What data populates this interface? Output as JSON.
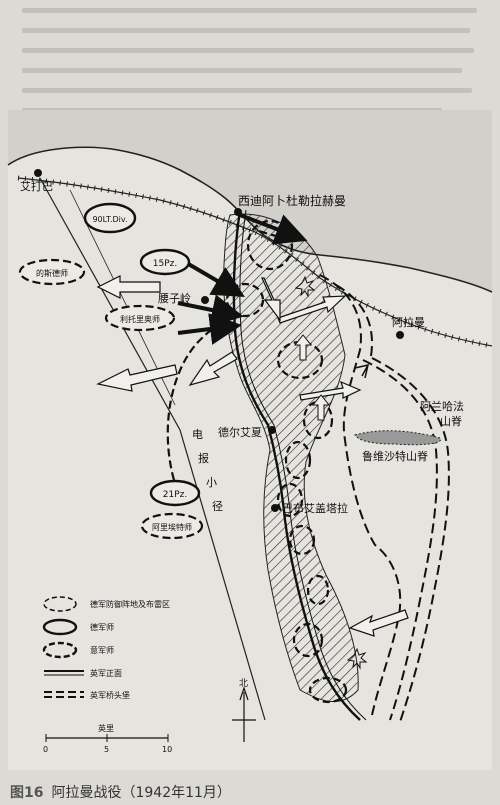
{
  "map": {
    "places": {
      "el_daba": "艾打巴",
      "sidi_abd": "西迪阿卜杜勒拉赫曼",
      "kidney_ridge": "腰子岭",
      "el_alamein": "阿拉曼",
      "deir_el_shein": "德尔艾夏",
      "ruweisat": "鲁维沙特山脊",
      "alam_halfa_1": "阿兰哈法",
      "alam_halfa_2": "山脊",
      "bab_el_qattara": "巴布艾盖塔拉",
      "telegraph_track": [
        "电",
        "报",
        "小",
        "径"
      ]
    },
    "units": {
      "lt90": "90LT.Div.",
      "pz15": "15Pz.",
      "pz21": "21Pz.",
      "trento": "的斯德师",
      "littorio": "利托里奥师",
      "ariete": "阿里埃特师"
    },
    "legend": [
      {
        "id": "axis_def",
        "label": "德军防御阵地及布雷区"
      },
      {
        "id": "german",
        "label": "德军师"
      },
      {
        "id": "italian",
        "label": "意军师"
      },
      {
        "id": "front",
        "label": "英军正面"
      },
      {
        "id": "bridgehead",
        "label": "英军桥头堡"
      }
    ],
    "north": "北",
    "scale": {
      "title": "英里",
      "ticks": [
        "0",
        "5",
        "10"
      ]
    }
  },
  "caption": {
    "number": "图16",
    "text": "阿拉曼战役（1942年11月）"
  }
}
